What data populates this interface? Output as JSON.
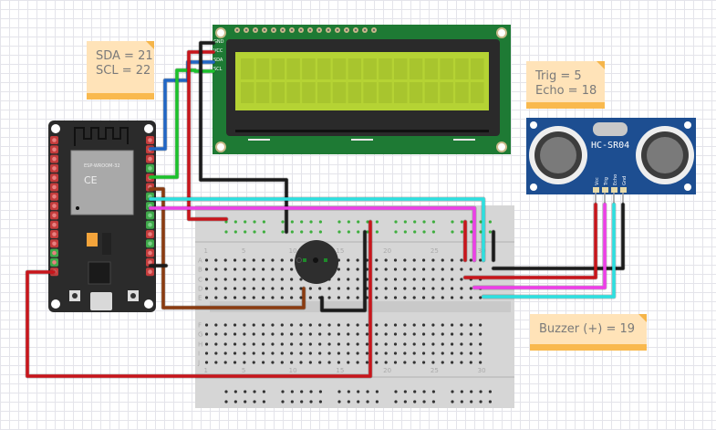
{
  "notes": {
    "i2c": {
      "lines": [
        "SDA = 21",
        "SCL = 22"
      ]
    },
    "ultrasonic": {
      "lines": [
        "Trig = 5",
        "Echo = 18"
      ]
    },
    "buzzer": {
      "lines": [
        "Buzzer (+) = 19"
      ]
    }
  },
  "components": {
    "lcd": {
      "name": "LCD 16x2 I2C",
      "pins": [
        "GND",
        "VCC",
        "SDA",
        "SCL"
      ],
      "screen_color": "#b5d334",
      "board_color": "#1e7a34"
    },
    "ultrasonic": {
      "label": "HC-SR04",
      "pins": [
        "Vcc",
        "Trig",
        "Echo",
        "Gnd"
      ],
      "board_color": "#1d4e91"
    },
    "esp32": {
      "module_label": "ESP-WROOM-32",
      "board_color": "#2b2b2b"
    },
    "buzzer": {
      "name": "Piezo Buzzer"
    },
    "breadboard": {
      "rows_top": [
        "A",
        "B",
        "C",
        "D",
        "E"
      ],
      "rows_bottom": [
        "F",
        "G",
        "H",
        "I",
        "J"
      ],
      "col_labels": [
        "1",
        "5",
        "10",
        "15",
        "20",
        "25",
        "30"
      ]
    }
  },
  "wire_colors": {
    "red": "#c8151b",
    "black": "#1a1a1a",
    "blue": "#2166c4",
    "green": "#1cc12b",
    "cyan": "#2de0e0",
    "magenta": "#ee3ee8",
    "brown": "#8a3b10"
  }
}
